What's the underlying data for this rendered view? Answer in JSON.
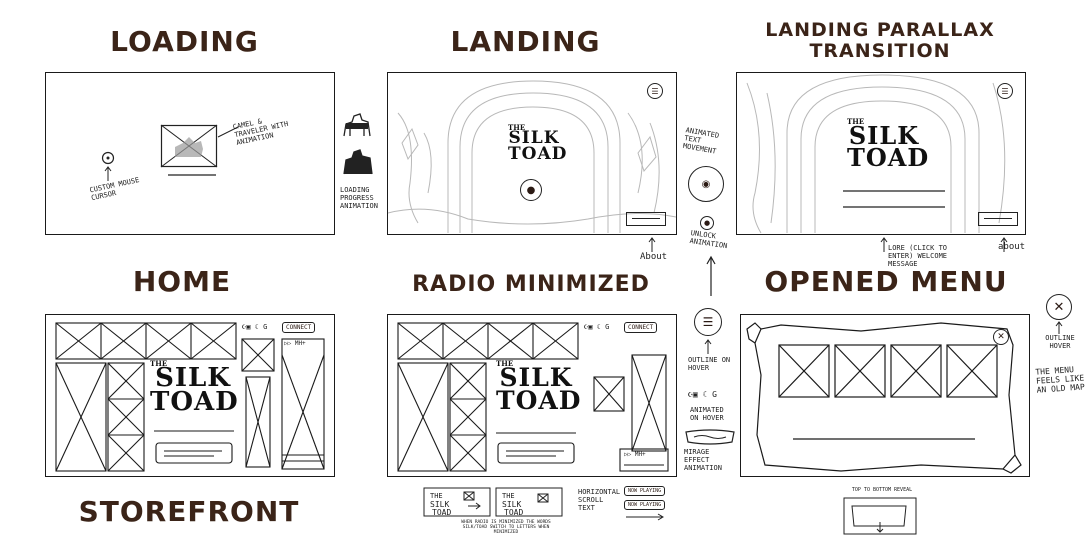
{
  "titles": {
    "loading": "LOADING",
    "landing": "LANDING",
    "parallax": "LANDING PARALLAX TRANSITION",
    "home": "HOME",
    "radio": "RADIO MINIMIZED",
    "menu": "OPENED MENU",
    "storefront": "STOREFRONT"
  },
  "logo": {
    "the": "THE",
    "line1": "SILK",
    "line2": "TOAD"
  },
  "notes": {
    "camel": "CAMEL & TRAVELER WITH ANIMATION",
    "cursor": "CUSTOM MOUSE CURSOR",
    "loading_progress": "LOADING PROGRESS ANIMATION",
    "animated_text": "ANIMATED TEXT MOVEMENT",
    "unlock": "UNLOCK ANIMATION",
    "about_landing": "About",
    "lore": "LORE (CLICK TO ENTER) WELCOME MESSAGE",
    "about_parallax": "about",
    "outline_hover": "OUTLINE ON HOVER",
    "animated_hover": "ANIMATED ON HOVER",
    "mirage": "MIRAGE EFFECT ANIMATION",
    "outline_hover_menu": "OUTLINE HOVER",
    "menu_feels": "THE MENU FEELS LIKE AN OLD MAP",
    "horizontal_scroll": "HORIZONTAL SCROLL TEXT",
    "now_playing": "NOW PLAYING",
    "top_to_bottom": "TOP TO BOTTOM REVEAL",
    "radio_minimized_note": "WHEN RADIO IS MINIMIZED THE WORDS SILK/TOAD SWITCH TO LETTERS WHEN MINIMIZED"
  },
  "nav": {
    "connect": "CONNECT",
    "icons": "☪▣ ☾ G",
    "audio": "▷▷  MH+"
  },
  "colors": {
    "title": "#3b2418",
    "line": "#1a1a1a",
    "sketch_gray": "#b8b8b8"
  }
}
